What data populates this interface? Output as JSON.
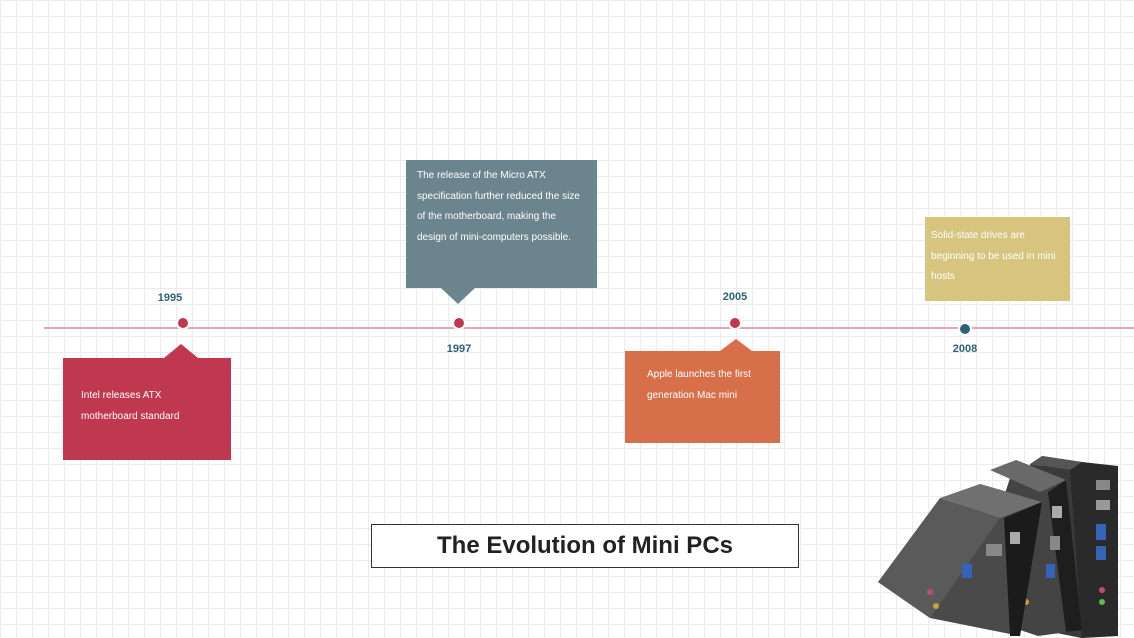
{
  "title": "The Evolution of Mini PCs",
  "events": [
    {
      "year": "1995",
      "text": "Intel releases ATX motherboard standard",
      "color": "#c0384f"
    },
    {
      "year": "1997",
      "text": "The release of the Micro ATX specification further reduced the size of the motherboard, making the design of mini-computers possible.",
      "color": "#6b848e"
    },
    {
      "year": "2005",
      "text": "Apple launches the first generation Mac mini",
      "color": "#d7704a"
    },
    {
      "year": "2008",
      "text": "Solid-state drives are beginning to be used in mini hosts",
      "color": "#d6c47f"
    }
  ],
  "colors": {
    "line": "#e5a6ae",
    "dot_red": "#c0384f",
    "dot_teal": "#2d6275",
    "year_text": "#2d6275"
  },
  "illustration": "mini-pc-devices-image"
}
